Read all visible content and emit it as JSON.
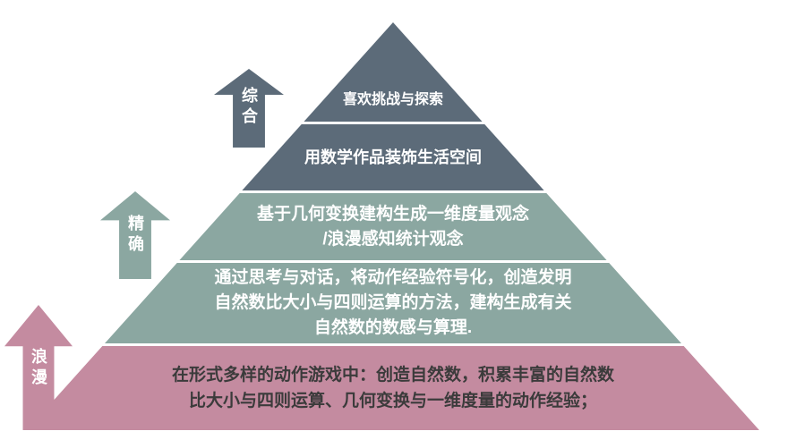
{
  "pyramid": {
    "layers": [
      {
        "name": "layer-1-top",
        "color": "#5c6b79",
        "text_color": "#ffffff",
        "lines": [
          "喜欢挑战与探索"
        ]
      },
      {
        "name": "layer-2",
        "color": "#5c6b79",
        "text_color": "#ffffff",
        "lines": [
          "用数学作品装饰生活空间"
        ]
      },
      {
        "name": "layer-3",
        "color": "#8ba7a1",
        "text_color": "#ffffff",
        "lines": [
          "基于几何变换建构生成一维度量观念",
          "/浪漫感知统计观念"
        ]
      },
      {
        "name": "layer-4",
        "color": "#8ba7a1",
        "text_color": "#ffffff",
        "lines": [
          "通过思考与对话，将动作经验符号化，创造发明",
          "自然数比大小与四则运算的方法，建构生成有关",
          "自然数的数感与算理."
        ]
      },
      {
        "name": "layer-5-base",
        "color": "#c48ba0",
        "text_color": "#3b3b3b",
        "lines": [
          "在形式多样的动作游戏中：创造自然数，积累丰富的自然数",
          "比大小与四则运算、几何变换与一维度量的动作经验；"
        ]
      }
    ],
    "arrows": [
      {
        "label": "综合",
        "color": "#5c6b79"
      },
      {
        "label": "精确",
        "color": "#8ba7a1"
      },
      {
        "label": "浪漫",
        "color": "#c48ba0"
      }
    ]
  }
}
